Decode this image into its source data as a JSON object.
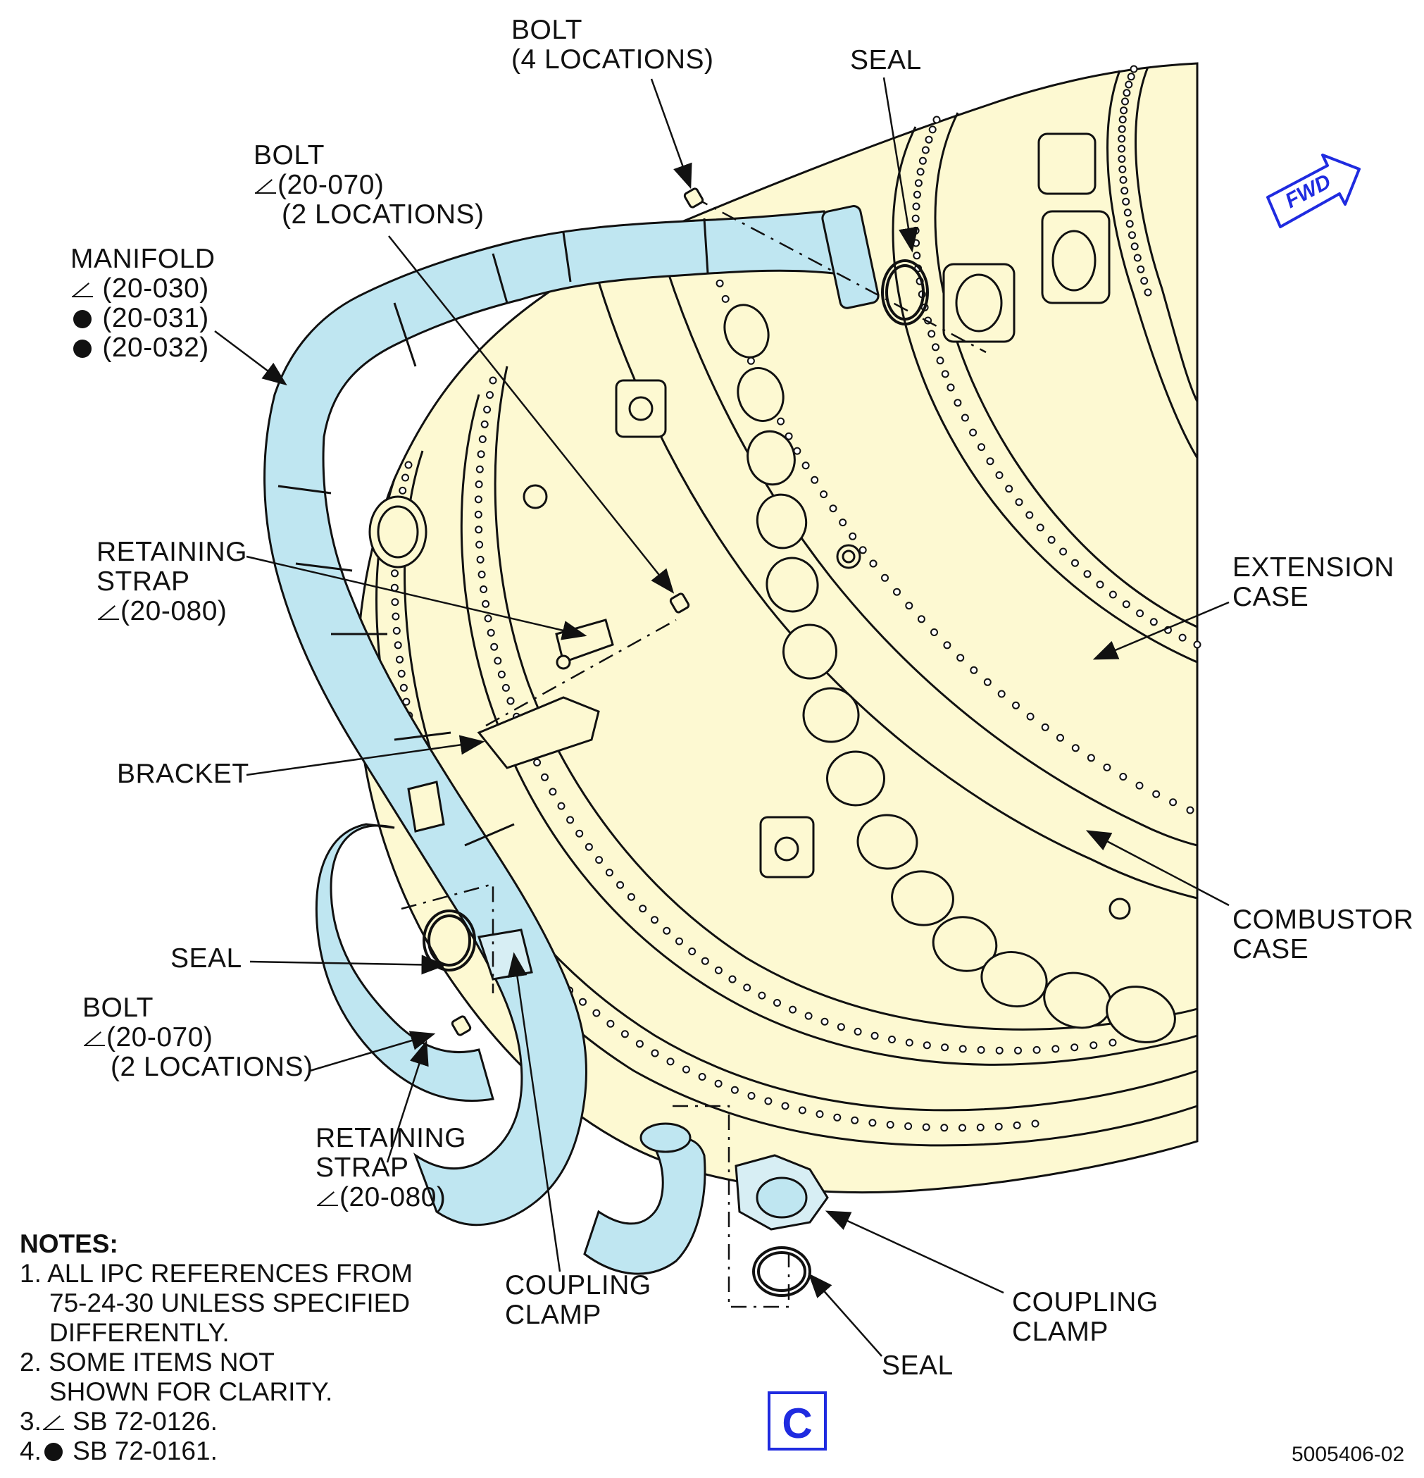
{
  "diagram": {
    "labels": {
      "bolt_top": {
        "line1": "BOLT",
        "line2": "(4 LOCATIONS)"
      },
      "seal_top": {
        "text": "SEAL"
      },
      "bolt_upper": {
        "line1": "BOLT",
        "ref": "(20-070)",
        "line3": "(2 LOCATIONS)"
      },
      "manifold": {
        "line1": "MANIFOLD",
        "ref1": "(20-030)",
        "ref2": "(20-031)",
        "ref3": "(20-032)"
      },
      "retaining_strap_upper": {
        "line1": "RETAINING",
        "line2": "STRAP",
        "ref": "(20-080)"
      },
      "bracket": {
        "text": "BRACKET"
      },
      "seal_left": {
        "text": "SEAL"
      },
      "bolt_lower": {
        "line1": "BOLT",
        "ref": "(20-070)",
        "line3": "(2 LOCATIONS)"
      },
      "retaining_strap_lower": {
        "line1": "RETAINING",
        "line2": "STRAP",
        "ref": "(20-080)"
      },
      "coupling_clamp_left": {
        "line1": "COUPLING",
        "line2": "CLAMP"
      },
      "coupling_clamp_right": {
        "line1": "COUPLING",
        "line2": "CLAMP"
      },
      "seal_bottom": {
        "text": "SEAL"
      },
      "extension_case": {
        "line1": "EXTENSION",
        "line2": "CASE"
      },
      "combustor_case": {
        "line1": "COMBUSTOR",
        "line2": "CASE"
      }
    },
    "fwd_arrow": {
      "text": "FWD",
      "icon": "forward-arrow-icon"
    },
    "notes": {
      "heading": "NOTES:",
      "items": [
        {
          "num": "1.",
          "line1": "ALL IPC REFERENCES FROM",
          "line2": "75-24-30 UNLESS SPECIFIED",
          "line3": "DIFFERENTLY."
        },
        {
          "num": "2.",
          "line1": "SOME ITEMS NOT",
          "line2": "SHOWN FOR CLARITY."
        },
        {
          "num": "3.",
          "text": "SB 72-0126."
        },
        {
          "num": "4.",
          "text": "SB 72-0161."
        }
      ]
    },
    "view_letter": "C",
    "figure_number": "5005406-02",
    "colors": {
      "case_fill": "#fdf9d2",
      "manifold_fill": "#bfe6f1",
      "accent_blue": "#1f2be0",
      "line": "#111111"
    }
  }
}
